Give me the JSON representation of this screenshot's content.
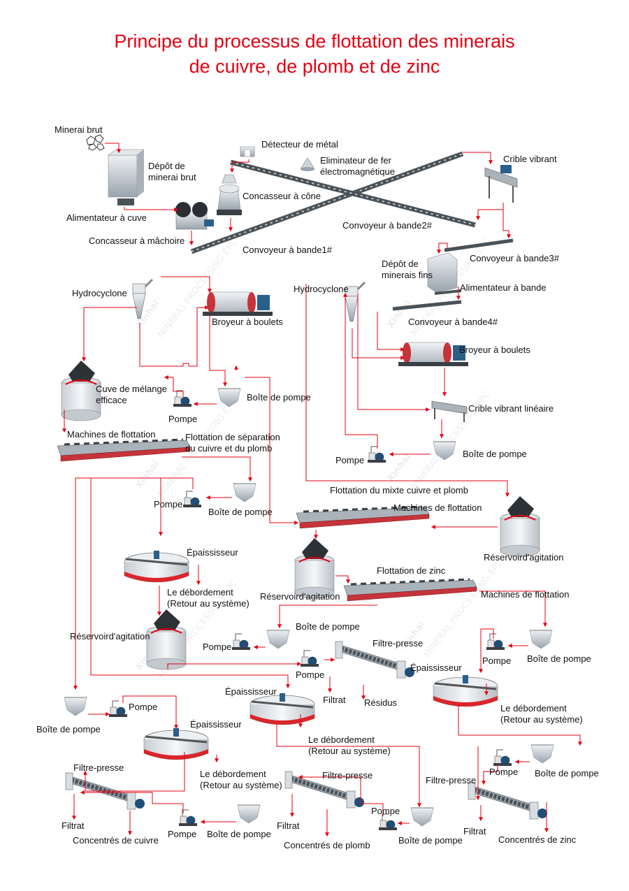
{
  "title": {
    "line1": "Principe du processus de flottation des minerais",
    "line2": "de cuivre, de plomb et de zinc"
  },
  "colors": {
    "title": "#e60012",
    "flow_line": "#e60012",
    "equipment_steel": "#9aa4ae",
    "motor_blue": "#2a5f8a",
    "tank_red_band": "#d9262b",
    "text": "#111111"
  },
  "watermark": {
    "brand": "Xinhai",
    "tagline": "MINERAL PROCESSING EPC"
  },
  "labels": {
    "minerai_brut": "Minerai brut",
    "depot_minerai_brut_1": "Dépôt de",
    "depot_minerai_brut_2": "minerai brut",
    "alimentateur_cuve": "Alimentateur à cuve",
    "concasseur_machoire": "Concasseur à mâchoire",
    "detecteur_metal": "Détecteur de métal",
    "eliminateur_1": "Eliminateur de fer",
    "eliminateur_2": "électromagnétique",
    "concasseur_cone": "Concasseur à cône",
    "crible_vibrant": "Crible vibrant",
    "convoyeur_2": "Convoyeur à bande2#",
    "convoyeur_1": "Convoyeur à bande1#",
    "convoyeur_3": "Convoyeur à bande3#",
    "depot_fins_1": "Dépôt de",
    "depot_fins_2": "minerais fins",
    "alimentateur_bande": "Alimentateur à bande",
    "convoyeur_4": "Convoyeur à bande4#",
    "hydrocyclone_l": "Hydrocyclone",
    "hydrocyclone_r": "Hydrocyclone",
    "broyeur_l": "Broyeur à boulets",
    "broyeur_r": "Broyeur à boulets",
    "cuve_melange_1": "Cuve de mélange",
    "cuve_melange_2": "efficace",
    "pompe_a": "Pompe",
    "boite_a": "Boîte de pompe",
    "crible_lineaire": "Crible vibrant linéaire",
    "machines_flottation_a": "Machines de flottation",
    "sep_cu_pb_1": "Flottation de séparation",
    "sep_cu_pb_2": "du cuivre et du plomb",
    "pompe_b": "Pompe",
    "boite_b": "Boîte de pompe",
    "pompe_c": "Pompe",
    "boite_c": "Boîte de pompe",
    "flot_mixte": "Flottation du mixte cuivre et plomb",
    "machines_flottation_b": "Machines de flottation",
    "reservoir_agitation_a": "Réservoird'agitation",
    "epaississeur_a": "Épaississeur",
    "debordement_a_1": "Le débordement",
    "debordement_a_2": "(Retour au système)",
    "flot_zinc": "Flottation de zinc",
    "reservoir_agitation_b": "Réservoird'agitation",
    "machines_flottation_c": "Machines de flottation",
    "reservoir_agitation_c": "Réservoird'agitation",
    "boite_d": "Boîte de pompe",
    "pompe_d": "Pompe",
    "filtre_presse_a": "Filtre-presse",
    "pompe_e": "Pompe",
    "pompe_f": "Pompe",
    "boite_f": "Boîte de pompe",
    "epaississeur_b": "Épaississeur",
    "filtrat_a": "Filtrat",
    "residus": "Résidus",
    "debordement_b_1": "Le débordement",
    "debordement_b_2": "(Retour au système)",
    "epaississeur_c": "Épaississeur",
    "pompe_g": "Pompe",
    "boite_g": "Boîte de pompe",
    "epaississeur_d": "Épaississeur",
    "debordement_c_1": "Le débordement",
    "debordement_c_2": "(Retour au système)",
    "debordement_d_1": "Le débordement",
    "debordement_d_2": "(Retour au système)",
    "pompe_h": "Pompe",
    "boite_h": "Boîte de pompe",
    "filtre_presse_b": "Filtre-presse",
    "filtre_presse_c": "Filtre-presse",
    "filtre_presse_d": "Filtre-presse",
    "pompe_i": "Pompe",
    "filtrat_b": "Filtrat",
    "filtrat_c": "Filtrat",
    "filtrat_d": "Filtrat",
    "pompe_j": "Pompe",
    "boite_j": "Boîte de pompe",
    "boite_k": "Boîte de pompe",
    "concentres_cuivre": "Concentrés de cuivre",
    "concentres_plomb": "Concentrés de plomb",
    "concentres_zinc": "Concentrés de zinc"
  }
}
